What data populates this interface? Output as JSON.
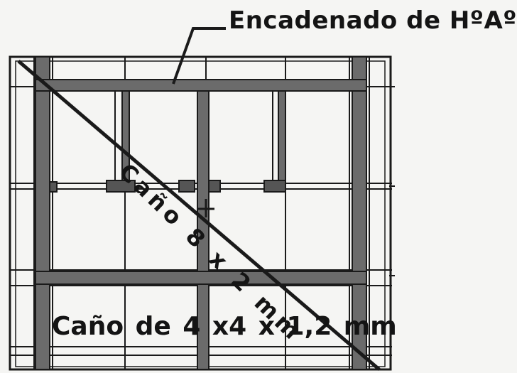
{
  "labels": {
    "callout": "Encadenado de HºAº",
    "diagonal": "Caño 8 x 2 mm",
    "bottom": "Caño de 4 x4 x 1,2 mm"
  },
  "colors": {
    "background": "#f5f5f3",
    "tube_fill": "#6b6b6b",
    "line": "#1a1a1a"
  }
}
